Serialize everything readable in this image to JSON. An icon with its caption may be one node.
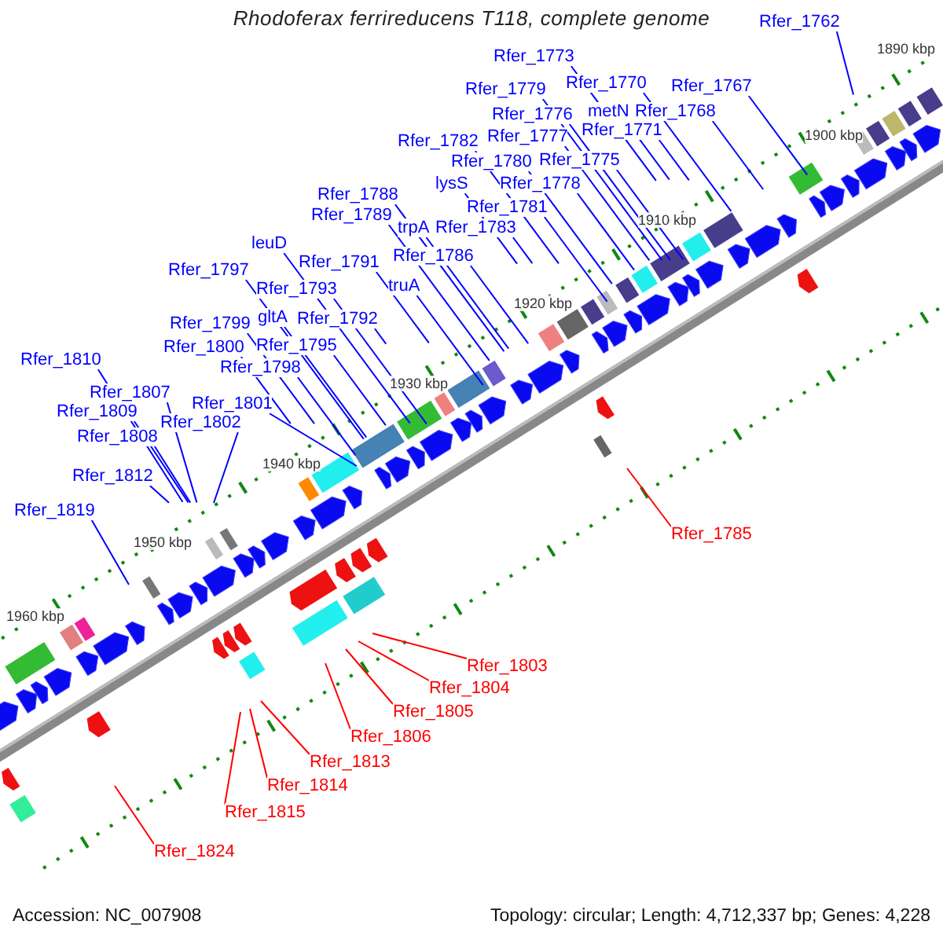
{
  "diagram": {
    "title": "Rhodoferax ferrireducens T118, complete genome",
    "nodes": [
      {
        "text": [
          "Rfer_1762"
        ]
      },
      {
        "text": [
          "Rfer_1773"
        ]
      },
      {
        "text": [
          "Rfer_1779"
        ]
      },
      {
        "text": [
          "Rfer_1770"
        ]
      },
      {
        "text": [
          "Rfer_1767"
        ]
      },
      {
        "text": [
          "metN"
        ]
      },
      {
        "text": [
          "Rfer_1768"
        ]
      },
      {
        "text": [
          "Rfer_1776"
        ]
      },
      {
        "text": [
          "Rfer_1771"
        ]
      },
      {
        "text": [
          "Rfer_1777"
        ]
      },
      {
        "text": [
          "Rfer_1782"
        ]
      },
      {
        "text": [
          "Rfer_1775"
        ]
      },
      {
        "text": [
          "Rfer_1780"
        ]
      },
      {
        "text": [
          "lysS"
        ]
      },
      {
        "text": [
          "Rfer_1778"
        ]
      },
      {
        "text": [
          "Rfer_1788"
        ]
      },
      {
        "text": [
          "Rfer_1781"
        ]
      },
      {
        "text": [
          "Rfer_1789"
        ]
      },
      {
        "text": [
          "trpA"
        ]
      },
      {
        "text": [
          "Rfer_1783"
        ]
      },
      {
        "text": [
          "leuD"
        ]
      },
      {
        "text": [
          "Rfer_1786"
        ]
      },
      {
        "text": [
          "Rfer_1791"
        ]
      },
      {
        "text": [
          "Rfer_1797"
        ]
      },
      {
        "text": [
          "truA"
        ]
      },
      {
        "text": [
          "Rfer_1793"
        ]
      },
      {
        "text": [
          "gltA"
        ]
      },
      {
        "text": [
          "Rfer_1792"
        ]
      },
      {
        "text": [
          "Rfer_1799"
        ]
      },
      {
        "text": [
          "Rfer_1800"
        ]
      },
      {
        "text": [
          "Rfer_1795"
        ]
      },
      {
        "text": [
          "Rfer_1810"
        ]
      },
      {
        "text": [
          "Rfer_1798"
        ]
      },
      {
        "text": [
          "Rfer_1807"
        ]
      },
      {
        "text": [
          "Rfer_1801"
        ]
      },
      {
        "text": [
          "Rfer_1809"
        ]
      },
      {
        "text": [
          "Rfer_1802"
        ]
      },
      {
        "text": [
          "Rfer_1808"
        ]
      },
      {
        "text": [
          "Rfer_1812"
        ]
      },
      {
        "text": [
          "Rfer_1819"
        ]
      },
      {
        "text": [
          "Rfer_1785"
        ]
      },
      {
        "text": [
          "Rfer_1803"
        ]
      },
      {
        "text": [
          "Rfer_1804"
        ]
      },
      {
        "text": [
          "Rfer_1805"
        ]
      },
      {
        "text": [
          "Rfer_1806"
        ]
      },
      {
        "text": [
          "Rfer_1813"
        ]
      },
      {
        "text": [
          "Rfer_1814"
        ]
      },
      {
        "text": [
          "Rfer_1815"
        ]
      },
      {
        "text": [
          "Rfer_1824"
        ]
      }
    ],
    "edges": [
      {
        "from": 0,
        "to": null,
        "arrow": "none"
      },
      {
        "from": 1,
        "to": null,
        "arrow": "none"
      },
      {
        "from": 2,
        "to": null,
        "arrow": "none"
      },
      {
        "from": 3,
        "to": null,
        "arrow": "none"
      },
      {
        "from": 4,
        "to": null,
        "arrow": "none"
      },
      {
        "from": 5,
        "to": null,
        "arrow": "none"
      },
      {
        "from": 6,
        "to": null,
        "arrow": "none"
      },
      {
        "from": 7,
        "to": null,
        "arrow": "none"
      },
      {
        "from": 8,
        "to": null,
        "arrow": "none"
      },
      {
        "from": 9,
        "to": null,
        "arrow": "none"
      },
      {
        "from": 10,
        "to": null,
        "arrow": "none"
      },
      {
        "from": 11,
        "to": null,
        "arrow": "none"
      },
      {
        "from": 12,
        "to": null,
        "arrow": "none"
      },
      {
        "from": 13,
        "to": null,
        "arrow": "none"
      },
      {
        "from": 14,
        "to": null,
        "arrow": "none"
      },
      {
        "from": 15,
        "to": null,
        "arrow": "none"
      },
      {
        "from": 16,
        "to": null,
        "arrow": "none"
      },
      {
        "from": 17,
        "to": null,
        "arrow": "none"
      },
      {
        "from": 18,
        "to": null,
        "arrow": "none"
      },
      {
        "from": 19,
        "to": null,
        "arrow": "none"
      },
      {
        "from": 20,
        "to": null,
        "arrow": "none"
      },
      {
        "from": 21,
        "to": null,
        "arrow": "none"
      },
      {
        "from": 22,
        "to": null,
        "arrow": "none"
      },
      {
        "from": 23,
        "to": null,
        "arrow": "none"
      },
      {
        "from": 24,
        "to": null,
        "arrow": "none"
      },
      {
        "from": 25,
        "to": null,
        "arrow": "none"
      },
      {
        "from": 26,
        "to": null,
        "arrow": "none"
      },
      {
        "from": 27,
        "to": null,
        "arrow": "none"
      },
      {
        "from": 28,
        "to": null,
        "arrow": "none"
      },
      {
        "from": 29,
        "to": null,
        "arrow": "none"
      },
      {
        "from": 30,
        "to": null,
        "arrow": "none"
      },
      {
        "from": 31,
        "to": null,
        "arrow": "none"
      },
      {
        "from": 32,
        "to": null,
        "arrow": "none"
      },
      {
        "from": 33,
        "to": null,
        "arrow": "none"
      },
      {
        "from": 34,
        "to": null,
        "arrow": "none"
      },
      {
        "from": 35,
        "to": null,
        "arrow": "none"
      },
      {
        "from": 36,
        "to": null,
        "arrow": "none"
      },
      {
        "from": 37,
        "to": null,
        "arrow": "none"
      },
      {
        "from": 38,
        "to": null,
        "arrow": "none"
      },
      {
        "from": 39,
        "to": null,
        "arrow": "none"
      },
      {
        "from": 40,
        "to": null,
        "arrow": "none",
        "color": "#ff0000"
      },
      {
        "from": 41,
        "to": null,
        "arrow": "none",
        "color": "#ff0000"
      },
      {
        "from": 42,
        "to": null,
        "arrow": "none",
        "color": "#ff0000"
      },
      {
        "from": 43,
        "to": null,
        "arrow": "none",
        "color": "#ff0000"
      },
      {
        "from": 44,
        "to": null,
        "arrow": "none",
        "color": "#ff0000"
      },
      {
        "from": 45,
        "to": null,
        "arrow": "none",
        "color": "#ff0000"
      },
      {
        "from": 46,
        "to": null,
        "arrow": "none",
        "color": "#ff0000"
      },
      {
        "from": 47,
        "to": null,
        "arrow": "none",
        "color": "#ff0000"
      },
      {
        "from": 48,
        "to": null,
        "arrow": "none",
        "color": "#ff0000"
      }
    ],
    "labels": [
      "1890 kbp",
      "1900 kbp",
      "1910 kbp",
      "1920 kbp",
      "1930 kbp",
      "1940 kbp",
      "1950 kbp",
      "1960 kbp",
      "Accession: NC_007908",
      "Topology: circular; Length: 4,712,337 bp; Genes: 4,228"
    ]
  }
}
